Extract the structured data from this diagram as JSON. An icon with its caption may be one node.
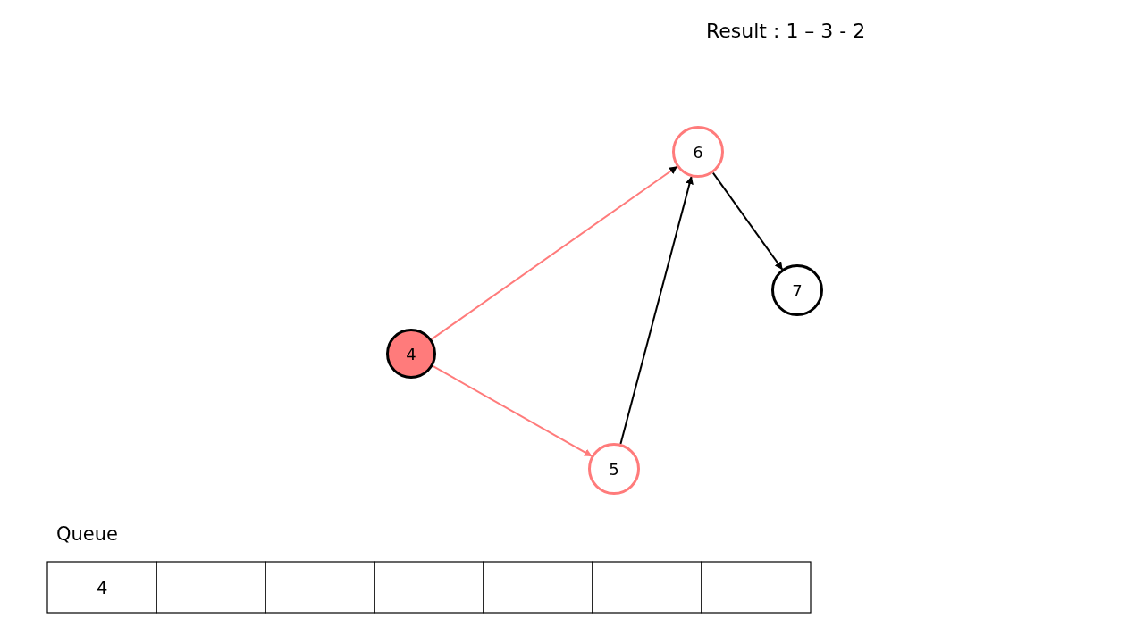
{
  "diagram": {
    "nodes": [
      {
        "text": [
          "4"
        ]
      },
      {
        "text": [
          "5"
        ]
      },
      {
        "text": [
          "6"
        ]
      },
      {
        "text": [
          "7"
        ]
      }
    ],
    "edges": [
      {
        "from": 0,
        "to": 2,
        "arrow": "to",
        "color": "#ff7b7b"
      },
      {
        "from": 0,
        "to": 1,
        "arrow": "to",
        "color": "#ff7b7b"
      },
      {
        "from": 1,
        "to": 2,
        "arrow": "to",
        "color": "#000000"
      },
      {
        "from": 2,
        "to": 3,
        "arrow": "to",
        "color": "#000000"
      }
    ],
    "labels": [
      "Result : 1 – 3 - 2",
      "Queue",
      "4"
    ]
  }
}
